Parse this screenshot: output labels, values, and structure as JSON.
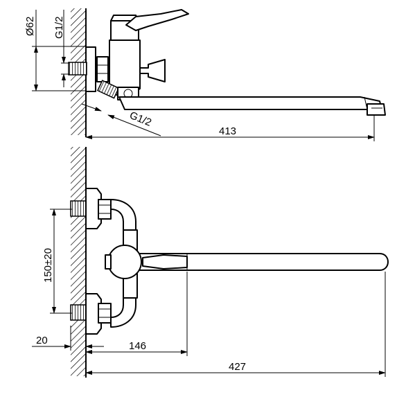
{
  "dimensions": {
    "diameter": "Ø62",
    "thread_top": "G1/2",
    "thread_outlet": "G1/2",
    "side_length": "413",
    "inlet_spacing": "150±20",
    "wall_offset": "20",
    "body_offset": "146",
    "total_length": "427"
  }
}
